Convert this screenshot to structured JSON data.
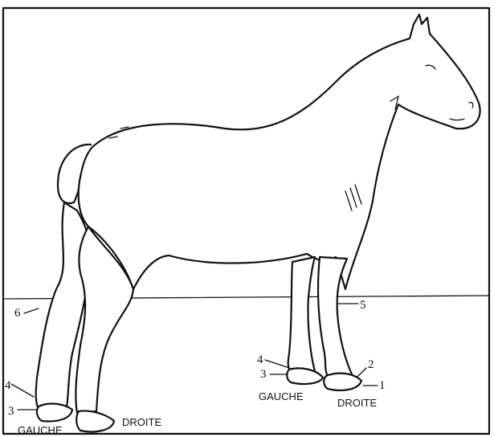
{
  "labels": {
    "rear_left": "GAUCHE",
    "rear_right": "DROITE",
    "front_left": "GAUCHE",
    "front_right": "DROITE"
  },
  "markers": {
    "m1": "1",
    "m2": "2",
    "m3_front": "3",
    "m4_front": "4",
    "m5": "5",
    "m6": "6",
    "m3_rear": "3",
    "m4_rear": "4"
  }
}
